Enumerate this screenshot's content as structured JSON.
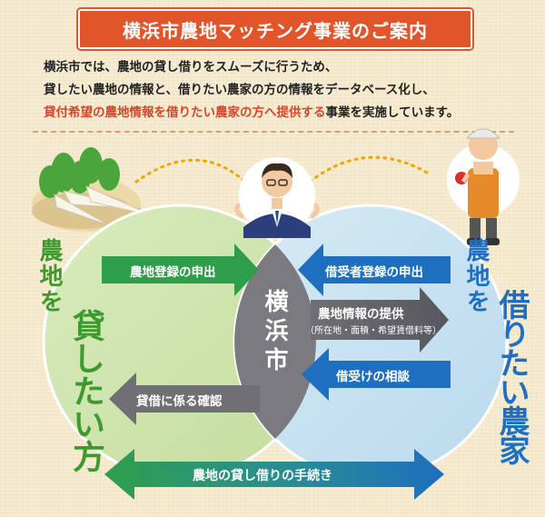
{
  "title": "横浜市農地マッチング事業のご案内",
  "intro": {
    "line1": "横浜市では、農地の貸し借りをスムーズに行うため、",
    "line2": "貸したい農地の情報と、借りたい農家の方の情報をデータベース化し、",
    "line3_highlight": "貸付希望の農地情報を借りたい農家の方へ提供する",
    "line3_rest": "事業を実施しています。"
  },
  "center": {
    "label": "横浜市"
  },
  "left_party": {
    "top": "農地を",
    "bottom": "貸したい方"
  },
  "right_party": {
    "top": "農地を",
    "bottom": "借りたい農家"
  },
  "arrows": {
    "land_registration": "農地登録の申出",
    "borrower_registration": "借受者登録の申出",
    "info_provision": "農地情報の提供",
    "info_provision_sub": "（所在地・面積・希望賃借料等）",
    "borrowing_consultation": "借受けの相談",
    "lending_confirmation": "貸借に係る確認",
    "procedure": "農地の貸し借りの手続き"
  },
  "colors": {
    "title_bg": "#e2542a",
    "highlight": "#d6452a",
    "left_circle": "#cfe3b0",
    "right_circle": "#c7e3f5",
    "green_arrow": "#2f9e4a",
    "blue_arrow": "#1e6fbf",
    "gray_arrow": "#6f6f74",
    "left_text": "#3f9a2e",
    "right_text": "#1f6fc4"
  }
}
